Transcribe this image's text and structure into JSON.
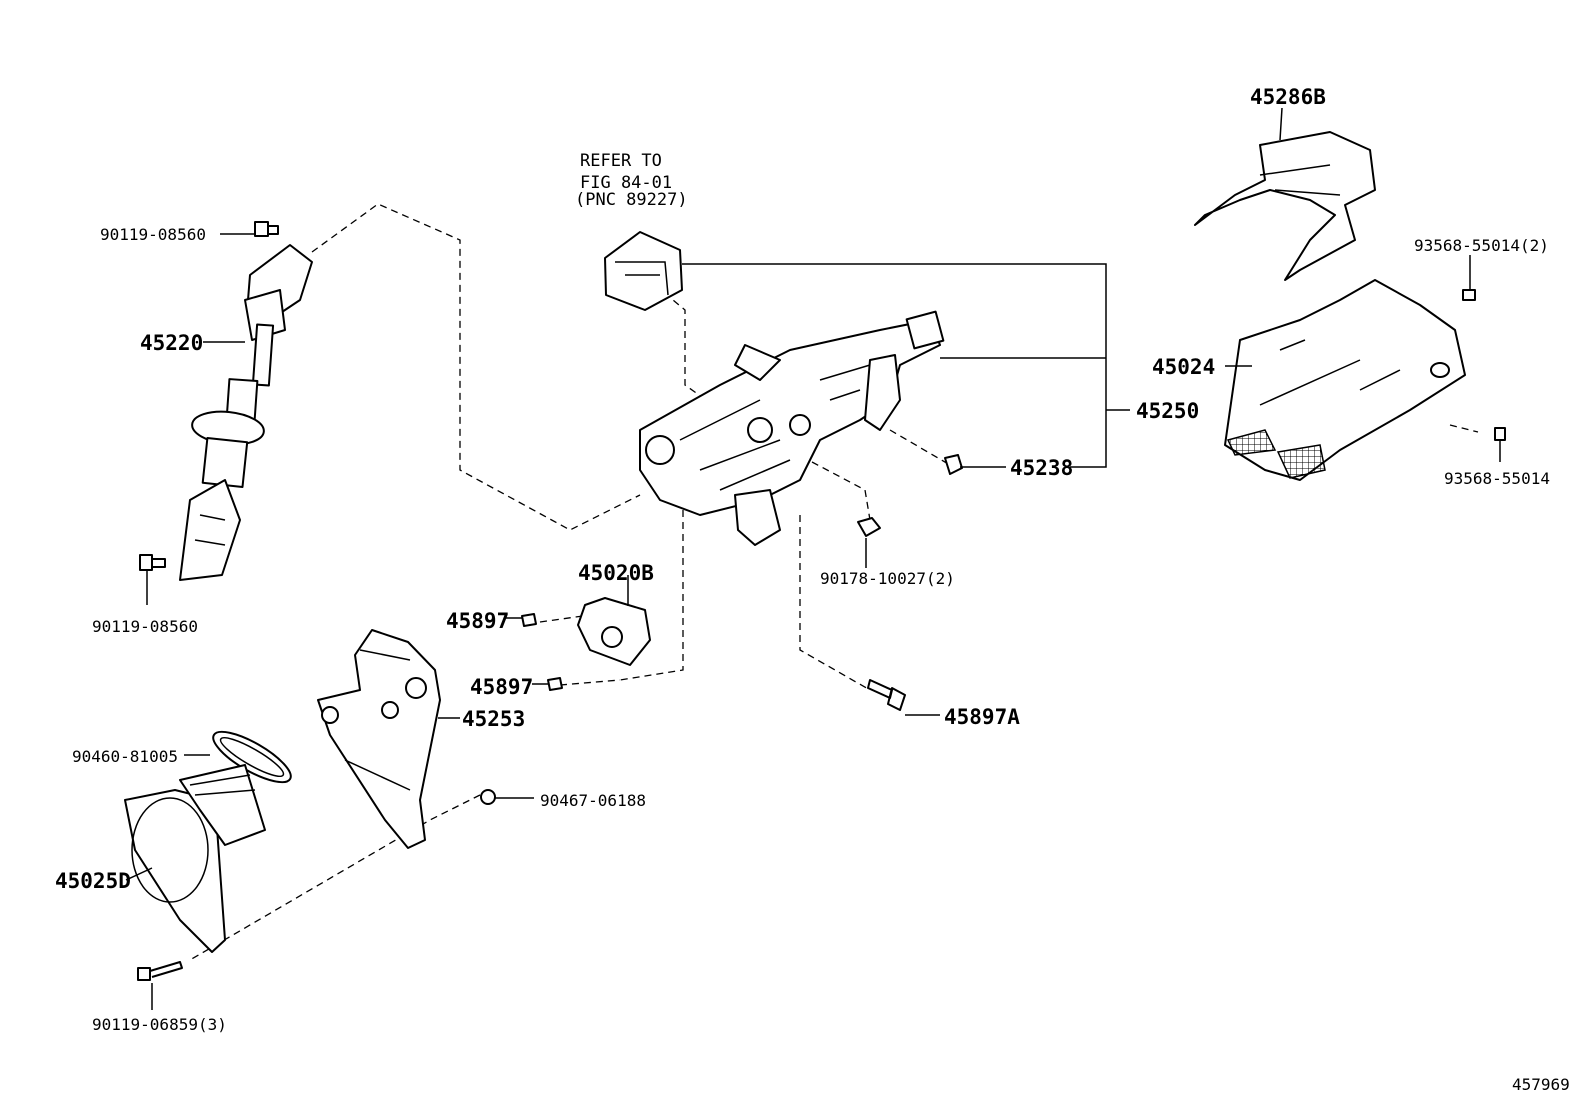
{
  "diagram": {
    "note": [
      "REFER TO",
      "FIG 84-01",
      "(PNC 89227)"
    ],
    "labels": {
      "p90119_08560_top": "90119-08560",
      "p45220": "45220",
      "p90119_08560_bottom": "90119-08560",
      "p45020B": "45020B",
      "p45897_upper": "45897",
      "p45897_lower": "45897",
      "p45253": "45253",
      "p90460_81005": "90460-81005",
      "p90467_06188": "90467-06188",
      "p45025D": "45025D",
      "p90119_06859": "90119-06859(3)",
      "p45286B": "45286B",
      "p93568_55014_2": "93568-55014(2)",
      "p45024": "45024",
      "p45250": "45250",
      "p45238": "45238",
      "p93568_55014": "93568-55014",
      "p90178_10027": "90178-10027(2)",
      "p45897A": "45897A"
    },
    "figure_id": "457969"
  }
}
